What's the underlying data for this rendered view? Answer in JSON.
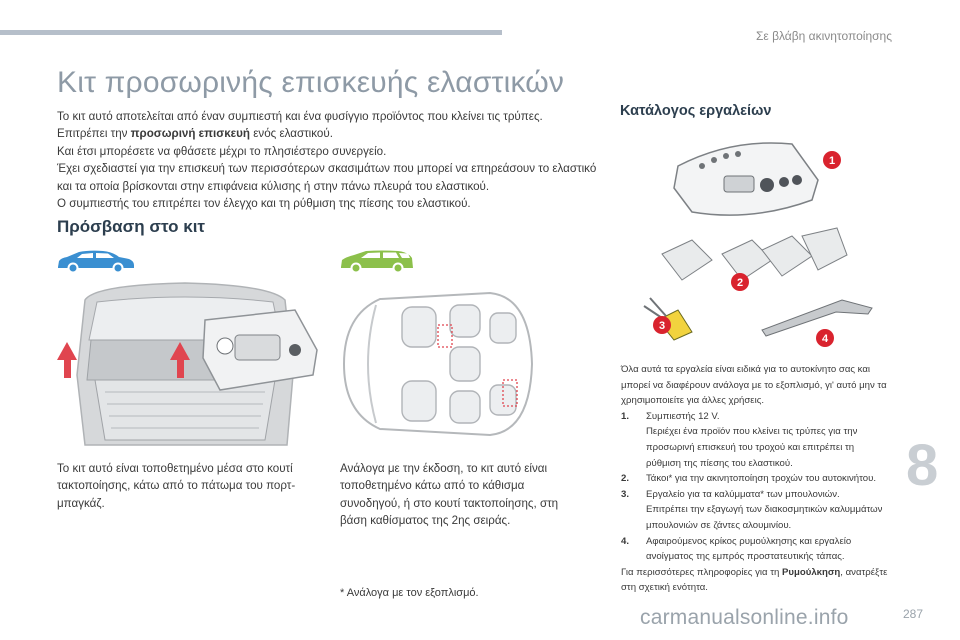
{
  "header": {
    "chapter": "Σε βλάβη ακινητοποίησης"
  },
  "title": "Κιτ προσωρινής επισκευής ελαστικών",
  "intro": {
    "line1": "Το κιτ αυτό αποτελείται από έναν συμπιεστή και ένα φυσίγγιο προϊόντος που κλείνει τις τρύπες.",
    "line2_pre": "Επιτρέπει την ",
    "line2_bold": "προσωρινή επισκευή",
    "line2_post": " ενός ελαστικού.",
    "line3": "Και έτσι μπορέσετε να φθάσετε μέχρι το πλησιέστερο συνεργείο.",
    "line4": "Έχει σχεδιαστεί για την επισκευή των περισσότερων σκασιμάτων που μπορεί να επηρεάσουν το ελαστικό και τα οποία βρίσκονται στην επιφάνεια κύλισης ή στην πάνω πλευρά του ελαστικού.",
    "line5": "Ο συμπιεστής του επιτρέπει τον έλεγχο και τη ρύθμιση της πίεσης του ελαστικού."
  },
  "access": {
    "heading": "Πρόσβαση στο κιτ",
    "caption_left": "Το κιτ αυτό είναι τοποθετημένο μέσα στο κουτί τακτοποίησης, κάτω από το πάτωμα του πορτ-μπαγκάζ.",
    "caption_right": "Ανάλογα με την έκδοση, το κιτ αυτό είναι τοποθετημένο κάτω από το κάθισμα συνοδηγού, ή στο κουτί τακτοποίησης, στη βάση καθίσματος της 2ης σειράς.",
    "footnote": "* Ανάλογα με τον εξοπλισμό."
  },
  "tools": {
    "heading": "Κατάλογος εργαλείων",
    "callouts": [
      "1",
      "2",
      "3",
      "4"
    ],
    "intro": "Όλα αυτά τα εργαλεία είναι ειδικά για το αυτοκίνητο σας και μπορεί να διαφέρουν ανάλογα με το εξοπλισμό, γι' αυτό μην τα χρησιμοποιείτε για άλλες χρήσεις.",
    "items": [
      {
        "num": "1.",
        "lines": [
          "Συμπιεστής 12 V.",
          "Περιέχει ένα προϊόν που κλείνει τις τρύπες για την προσωρινή επισκευή του τροχού και επιτρέπει τη ρύθμιση της πίεσης του ελαστικού."
        ]
      },
      {
        "num": "2.",
        "lines": [
          "Τάκοι* για την ακινητοποίηση τροχών του αυτοκινήτου."
        ]
      },
      {
        "num": "3.",
        "lines": [
          "Εργαλείο για τα καλύμματα* των μπουλονιών.",
          "Επιτρέπει την εξαγωγή των διακοσμητικών καλυμμάτων μπουλονιών σε ζάντες αλουμινίου."
        ]
      },
      {
        "num": "4.",
        "lines": [
          "Αφαιρούμενος κρίκος ρυμούλκησης και εργαλείο ανοίγματος της εμπρός προστατευτικής τάπας."
        ]
      }
    ],
    "outro_pre": "Για περισσότερες πληροφορίες για τη ",
    "outro_bold": "Ρυμούλκηση",
    "outro_post": ", ανατρέξτε στη σχετική ενότητα."
  },
  "side_tab": "8",
  "page_number": "287",
  "watermark": "carmanualsonline.info",
  "colors": {
    "blue_car": "#3a8fd1",
    "green_car": "#8cc04b",
    "callout_red": "#d9232e",
    "title_grey": "#8e9aa6"
  }
}
